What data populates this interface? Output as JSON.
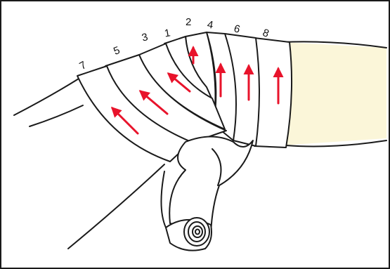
{
  "figure": {
    "description_hidden": false,
    "colors": {
      "outline": "#1a1a1a",
      "bandage": "#ffffff",
      "skin": "#fbf6d9",
      "arrow": "#e8132b"
    },
    "labels": [
      "7",
      "5",
      "3",
      "1",
      "2",
      "4",
      "6",
      "8"
    ],
    "arrow_icon": "red-direction-arrow"
  }
}
